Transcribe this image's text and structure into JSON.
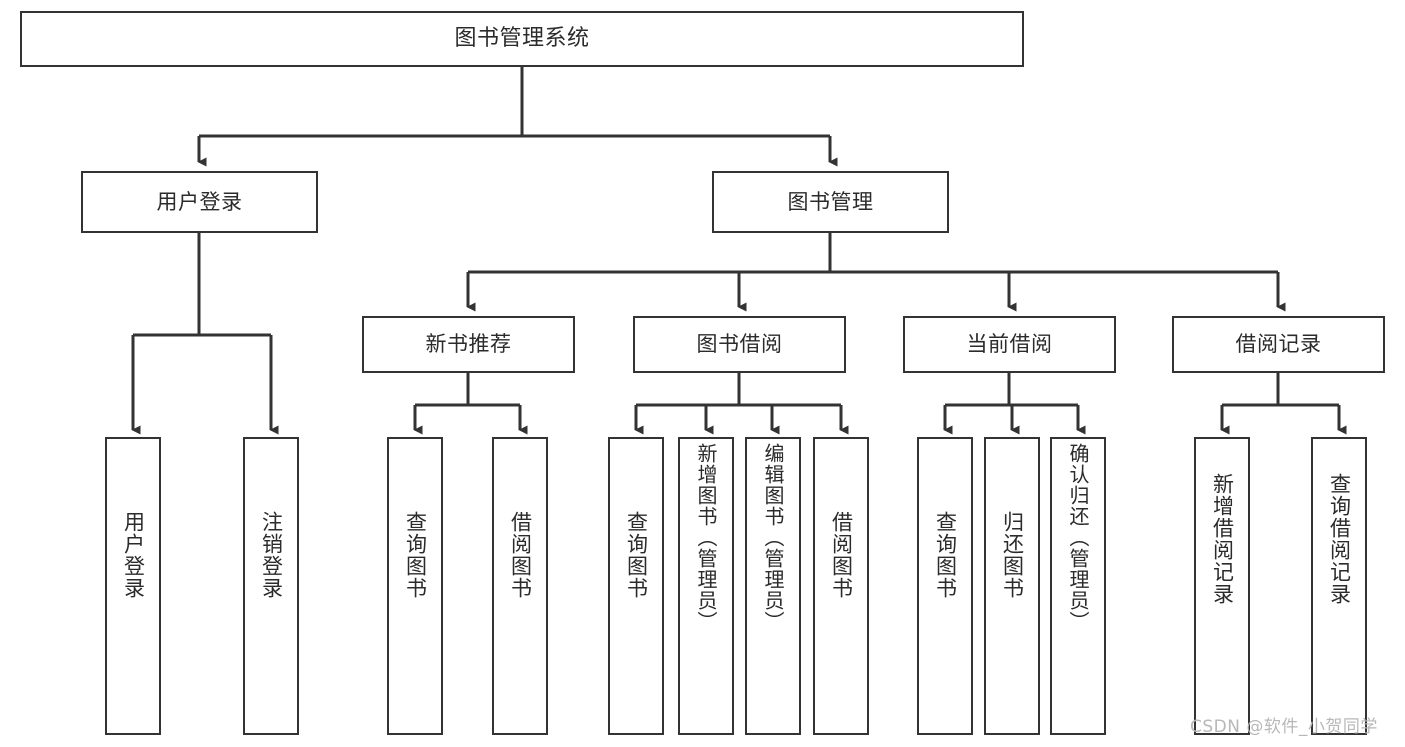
{
  "diagram": {
    "title": "图书管理系统",
    "type": "tree-hierarchy",
    "watermark": "CSDN @软件_小贺同学",
    "colors": {
      "stroke": "#333333",
      "text": "#2b2b2b",
      "background": "#ffffff",
      "watermark": "#b8b8b8"
    },
    "root": {
      "id": "root",
      "label": "图书管理系统"
    },
    "level2": [
      {
        "id": "user-login",
        "label": "用户登录"
      },
      {
        "id": "book-manage",
        "label": "图书管理"
      }
    ],
    "level3": [
      {
        "id": "new-book-recommend",
        "label": "新书推荐",
        "parent": "book-manage"
      },
      {
        "id": "book-borrow",
        "label": "图书借阅",
        "parent": "book-manage"
      },
      {
        "id": "current-borrow",
        "label": "当前借阅",
        "parent": "book-manage"
      },
      {
        "id": "borrow-record",
        "label": "借阅记录",
        "parent": "book-manage"
      }
    ],
    "leaves": [
      {
        "id": "leaf-user-login",
        "label": "用户登录",
        "parent": "user-login"
      },
      {
        "id": "leaf-logout-login",
        "label": "注销登录",
        "parent": "user-login"
      },
      {
        "id": "leaf-query-book-1",
        "label": "查询图书",
        "parent": "new-book-recommend"
      },
      {
        "id": "leaf-borrow-book-1",
        "label": "借阅图书",
        "parent": "new-book-recommend"
      },
      {
        "id": "leaf-query-book-2",
        "label": "查询图书",
        "parent": "book-borrow"
      },
      {
        "id": "leaf-add-book",
        "label": "新增图书（管理员）",
        "parent": "book-borrow"
      },
      {
        "id": "leaf-edit-book",
        "label": "编辑图书（管理员）",
        "parent": "book-borrow"
      },
      {
        "id": "leaf-borrow-book-2",
        "label": "借阅图书",
        "parent": "book-borrow"
      },
      {
        "id": "leaf-query-book-3",
        "label": "查询图书",
        "parent": "current-borrow"
      },
      {
        "id": "leaf-return-book",
        "label": "归还图书",
        "parent": "current-borrow"
      },
      {
        "id": "leaf-confirm-return",
        "label": "确认归还（管理员）",
        "parent": "current-borrow"
      },
      {
        "id": "leaf-add-record",
        "label": "新增借阅记录",
        "parent": "borrow-record"
      },
      {
        "id": "leaf-query-record",
        "label": "查询借阅记录",
        "parent": "borrow-record"
      }
    ]
  }
}
